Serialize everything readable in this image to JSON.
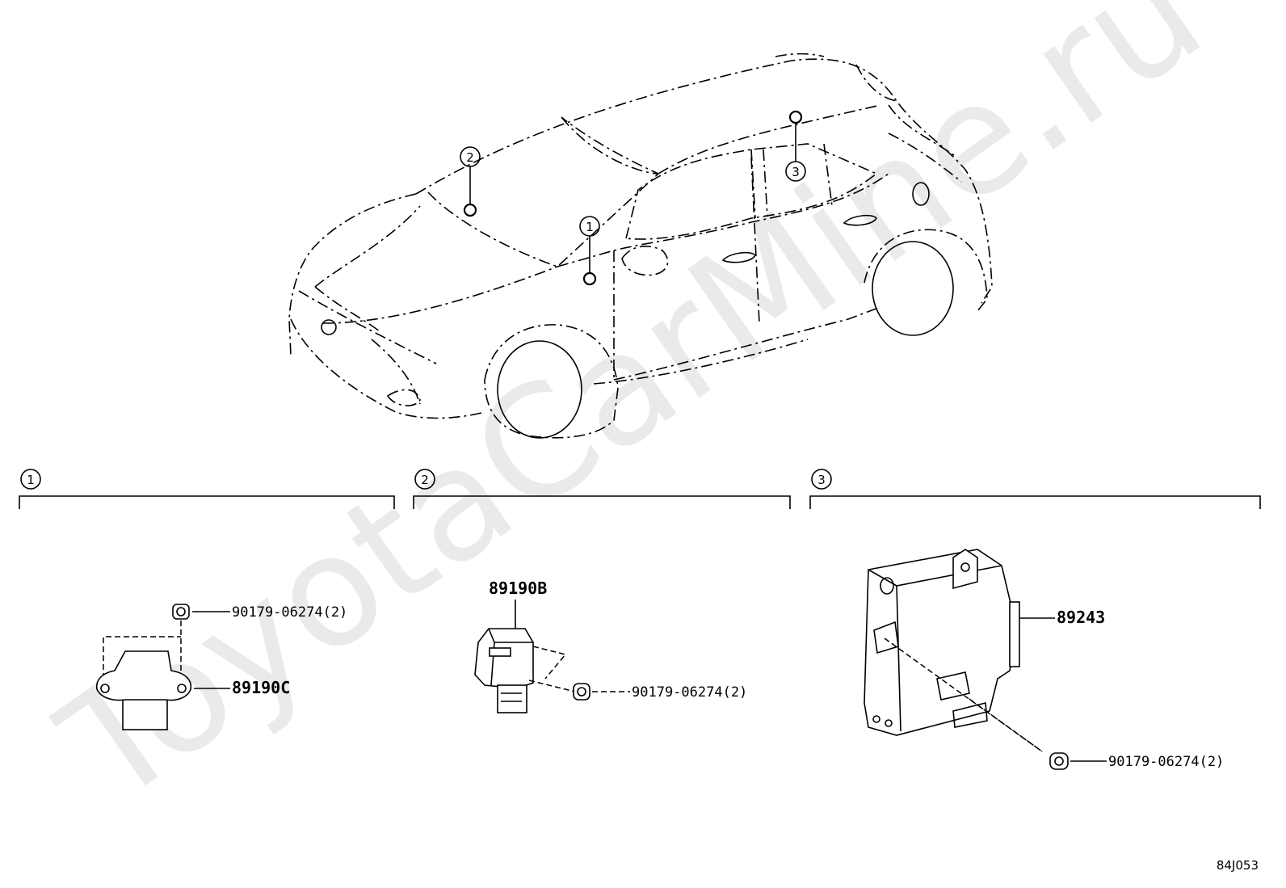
{
  "watermark": "ToyotaCarMine.ru",
  "car_callouts": [
    "1",
    "2",
    "3"
  ],
  "sections": [
    {
      "number": "1",
      "parts": [
        {
          "part_number": "90179-06274(2)",
          "icon": "bolt-icon"
        },
        {
          "part_number": "89190C",
          "icon": "sensor-icon"
        }
      ]
    },
    {
      "number": "2",
      "parts": [
        {
          "part_number": "89190B",
          "icon": "sensor-icon"
        },
        {
          "part_number": "90179-06274(2)",
          "icon": "bolt-icon"
        }
      ]
    },
    {
      "number": "3",
      "parts": [
        {
          "part_number": "89243",
          "icon": "control-module-icon"
        },
        {
          "part_number": "90179-06274(2)",
          "icon": "bolt-icon"
        }
      ]
    }
  ],
  "diagram_code": "84J053"
}
